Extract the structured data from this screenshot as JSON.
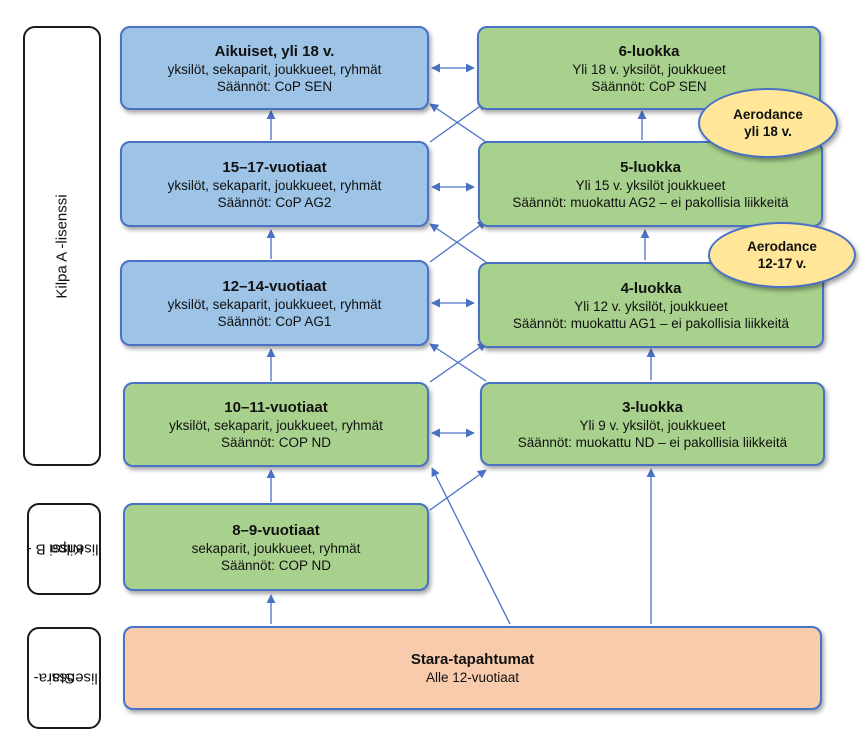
{
  "licenses": {
    "kilpa_a": "Kilpa A -lisenssi",
    "kilpa_b_line1": "Kilpa B -",
    "kilpa_b_line2": "lisenssi",
    "stara_line1": "Stara-",
    "stara_line2": "lisenssi"
  },
  "age_groups": {
    "adults": {
      "title": "Aikuiset, yli 18 v.",
      "line1": "yksilöt, sekaparit, joukkueet, ryhmät",
      "line2": "Säännöt: CoP SEN"
    },
    "g15_17": {
      "title": "15–17-vuotiaat",
      "line1": "yksilöt, sekaparit, joukkueet, ryhmät",
      "line2": "Säännöt: CoP AG2"
    },
    "g12_14": {
      "title": "12–14-vuotiaat",
      "line1": "yksilöt, sekaparit, joukkueet, ryhmät",
      "line2": "Säännöt: CoP AG1"
    },
    "g10_11": {
      "title": "10–11-vuotiaat",
      "line1": "yksilöt, sekaparit, joukkueet, ryhmät",
      "line2": "Säännöt: COP ND"
    },
    "g8_9": {
      "title": "8–9-vuotiaat",
      "line1": "sekaparit, joukkueet, ryhmät",
      "line2": "Säännöt: COP ND"
    }
  },
  "classes": {
    "c6": {
      "title": "6-luokka",
      "line1": "Yli 18 v. yksilöt, joukkueet",
      "line2": "Säännöt: CoP SEN"
    },
    "c5": {
      "title": "5-luokka",
      "line1": "Yli 15 v. yksilöt joukkueet",
      "line2": "Säännöt: muokattu AG2 – ei pakollisia liikkeitä"
    },
    "c4": {
      "title": "4-luokka",
      "line1": "Yli 12 v. yksilöt, joukkueet",
      "line2": "Säännöt: muokattu AG1 – ei pakollisia liikkeitä"
    },
    "c3": {
      "title": "3-luokka",
      "line1": "Yli 9 v. yksilöt, joukkueet",
      "line2": "Säännöt: muokattu ND – ei pakollisia liikkeitä"
    }
  },
  "stara": {
    "title": "Stara-tapahtumat",
    "line1": "Alle 12-vuotiaat"
  },
  "aerodance": {
    "over18": {
      "line1": "Aerodance",
      "line2": "yli 18 v."
    },
    "a12_17": {
      "line1": "Aerodance",
      "line2": "12-17 v."
    }
  },
  "colors": {
    "age_group_fill": "#9dc3e6",
    "class_fill": "#a9d18e",
    "stara_fill": "#f8cbad",
    "badge_fill": "#ffe699",
    "border": "#4a72c4",
    "arrow": "#4a72c4"
  }
}
